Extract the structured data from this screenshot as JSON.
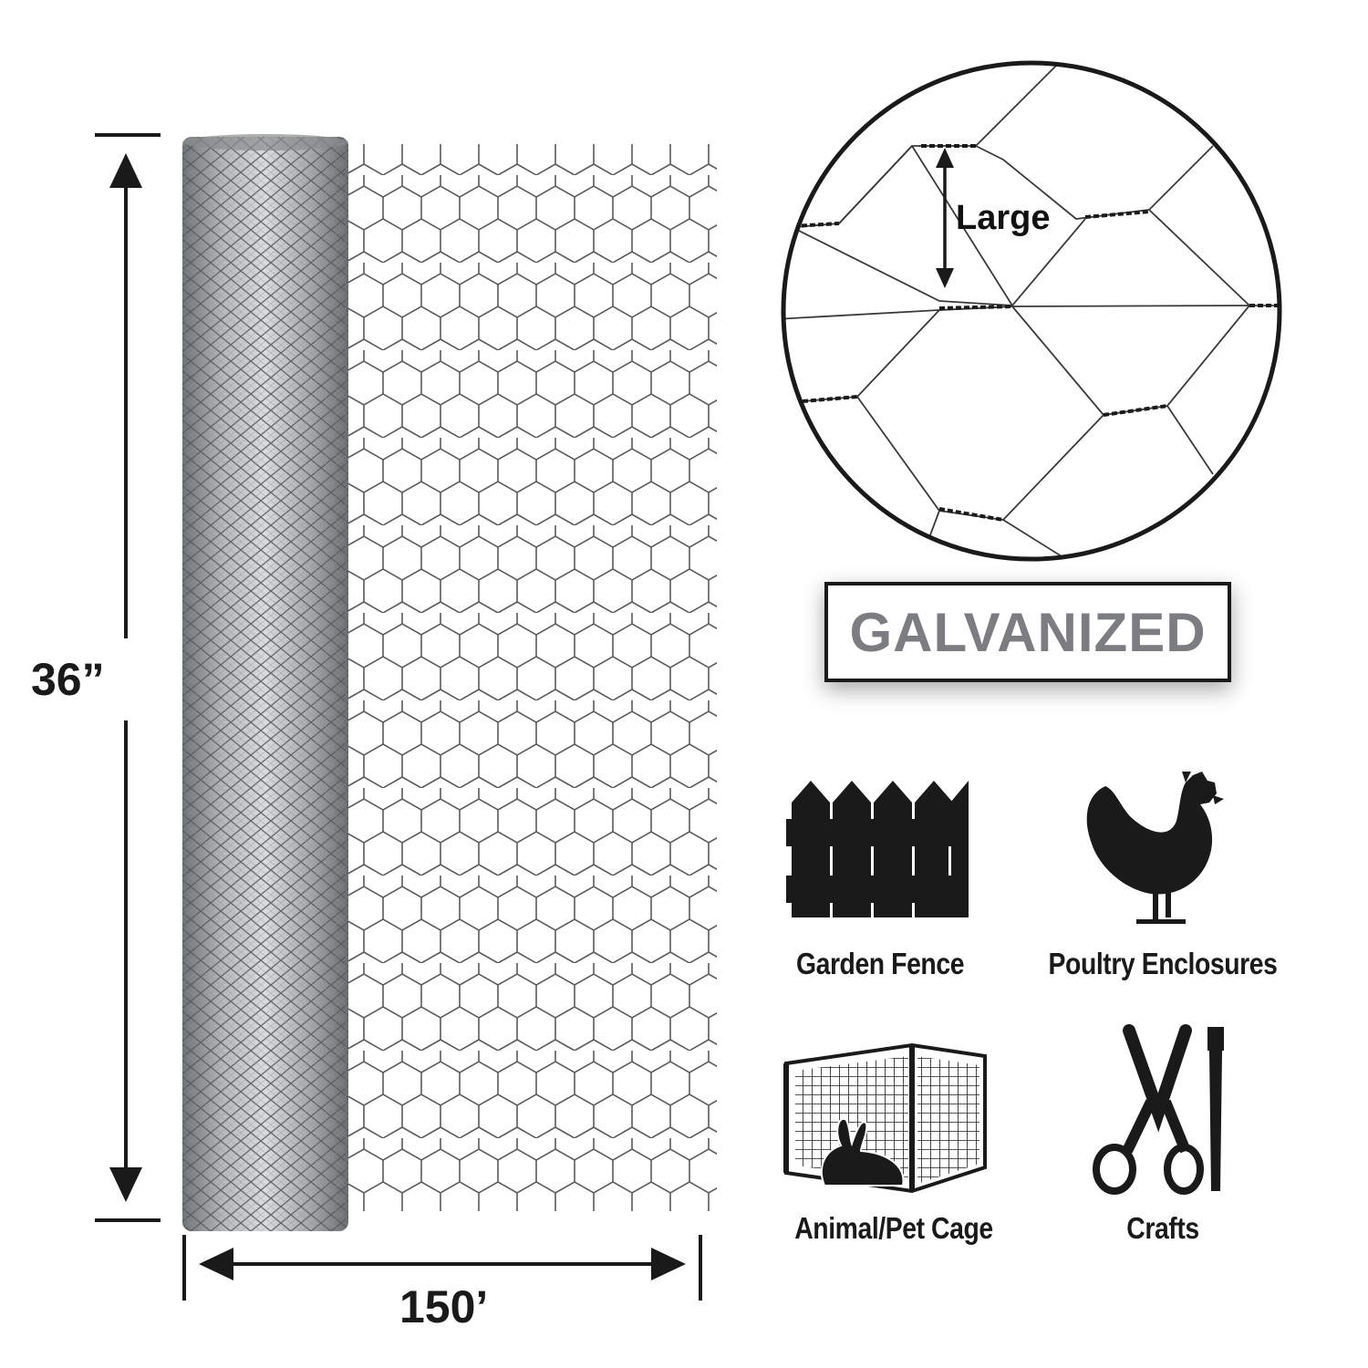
{
  "dimensions": {
    "height": "36”",
    "width": "150’"
  },
  "detail": {
    "mesh_size_label": "Large"
  },
  "badge": {
    "text": "GALVANIZED"
  },
  "uses": [
    {
      "label": "Garden Fence",
      "icon": "fence-icon"
    },
    {
      "label": "Poultry Enclosures",
      "icon": "hen-icon"
    },
    {
      "label": "Animal/Pet Cage",
      "icon": "cage-rabbit-icon"
    },
    {
      "label": "Crafts",
      "icon": "scissors-brush-icon"
    }
  ],
  "colors": {
    "badge_text": "#7b7d80",
    "ink": "#1a1a1a",
    "wire": "#5a5a5a"
  }
}
